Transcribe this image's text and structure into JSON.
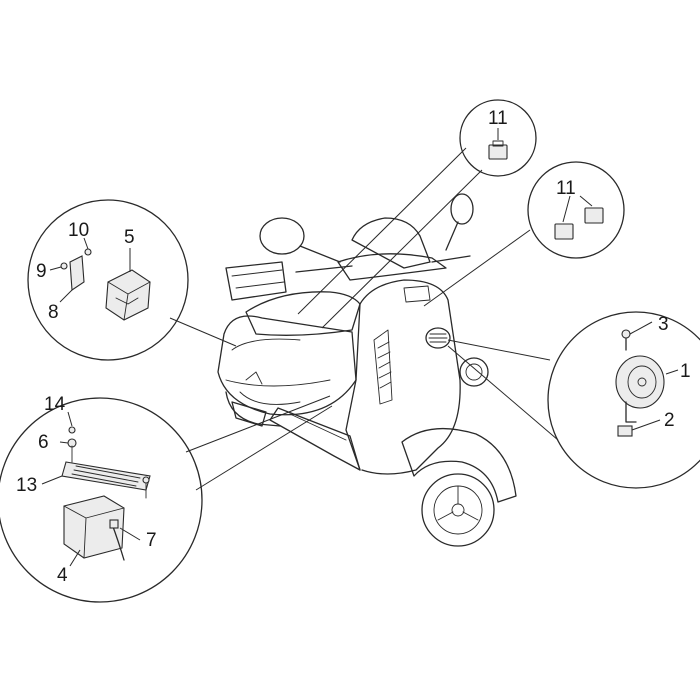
{
  "callouts": {
    "c1": "1",
    "c2": "2",
    "c3": "3",
    "c4": "4",
    "c5": "5",
    "c6": "6",
    "c7": "7",
    "c8": "8",
    "c9": "9",
    "c10": "10",
    "c11a": "11",
    "c11b": "11",
    "c13": "13",
    "c14": "14"
  }
}
